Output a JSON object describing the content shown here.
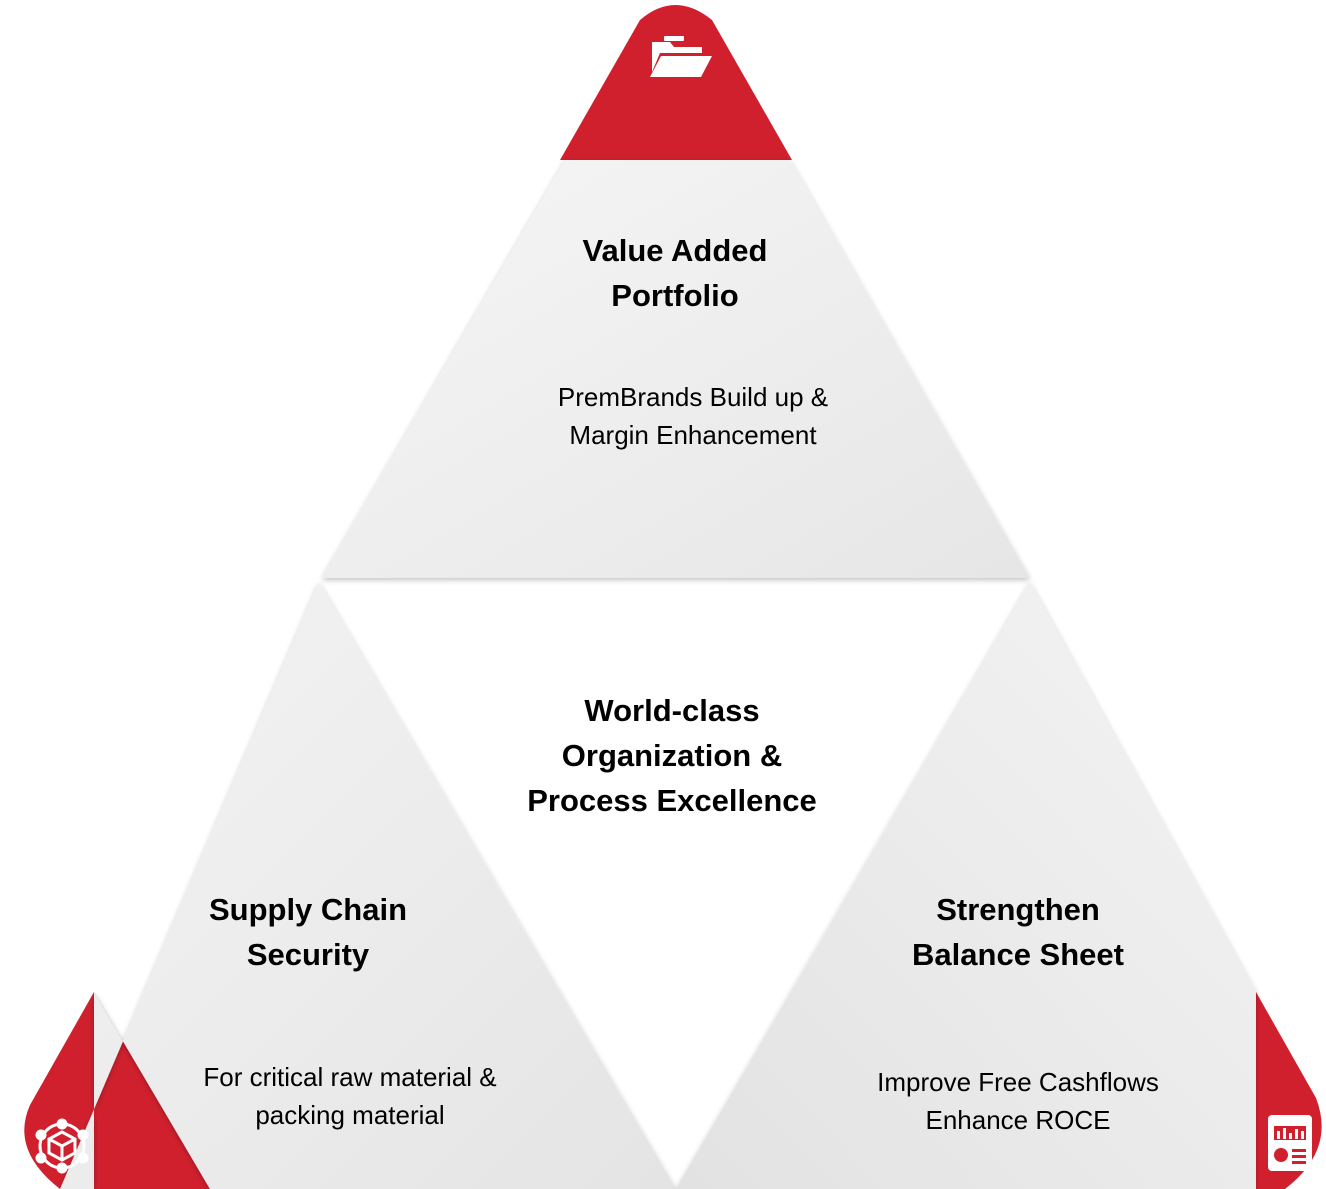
{
  "colors": {
    "accent": "#D0202E",
    "panel_light": "#F2F2F2",
    "panel_dark": "#E0E0E0",
    "background": "#FFFFFF",
    "text": "#000000"
  },
  "top": {
    "title": "Value Added\nPortfolio",
    "description": "PremBrands Build up &\nMargin Enhancement",
    "icon": "folder-icon"
  },
  "left": {
    "title": "Supply Chain\nSecurity",
    "description": "For critical raw material &\npacking material",
    "icon": "network-cube-icon"
  },
  "right": {
    "title": "Strengthen\nBalance Sheet",
    "description": "Improve Free Cashflows\nEnhance ROCE",
    "icon": "report-icon"
  },
  "center": {
    "title": "World-class\nOrganization &\nProcess Excellence"
  }
}
